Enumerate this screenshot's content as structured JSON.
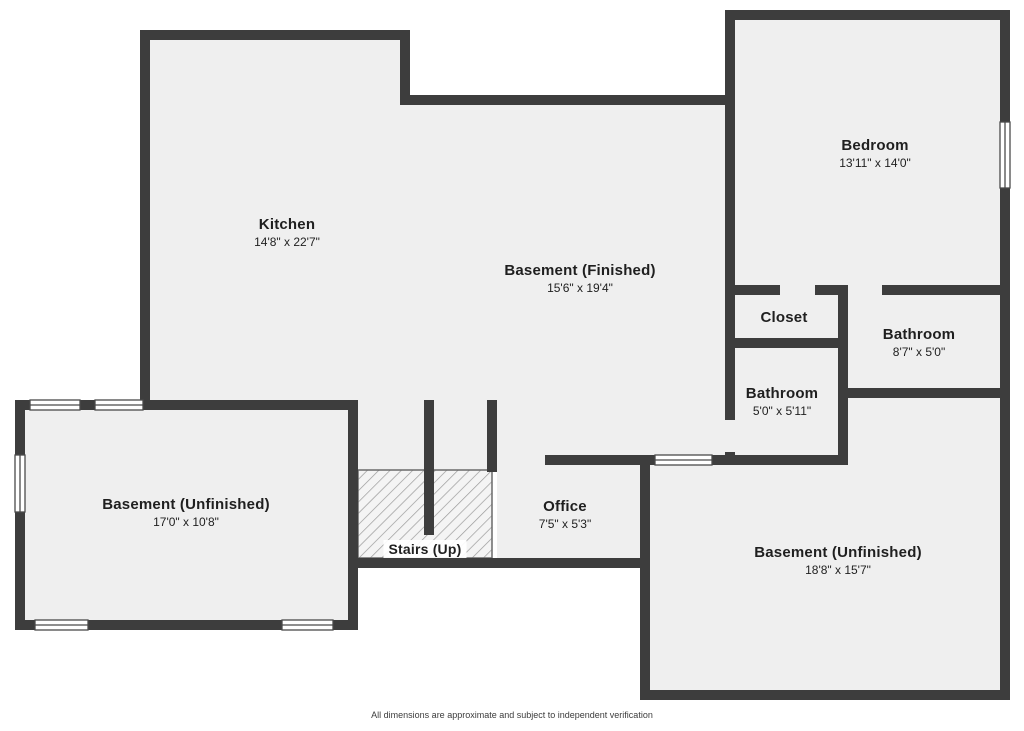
{
  "rooms": [
    {
      "id": "kitchen",
      "name": "Kitchen",
      "dims": "14'8\" x 22'7\""
    },
    {
      "id": "basement-finished",
      "name": "Basement (Finished)",
      "dims": "15'6\" x 19'4\""
    },
    {
      "id": "bedroom",
      "name": "Bedroom",
      "dims": "13'11\" x 14'0\""
    },
    {
      "id": "closet",
      "name": "Closet",
      "dims": ""
    },
    {
      "id": "bathroom-upper",
      "name": "Bathroom",
      "dims": "8'7\" x 5'0\""
    },
    {
      "id": "bathroom-lower",
      "name": "Bathroom",
      "dims": "5'0\" x 5'11\""
    },
    {
      "id": "basement-unfinished-left",
      "name": "Basement (Unfinished)",
      "dims": "17'0\" x 10'8\""
    },
    {
      "id": "office",
      "name": "Office",
      "dims": "7'5\" x 5'3\""
    },
    {
      "id": "stairs",
      "name": "Stairs (Up)",
      "dims": ""
    },
    {
      "id": "basement-unfinished-right",
      "name": "Basement (Unfinished)",
      "dims": "18'8\" x 15'7\""
    }
  ],
  "footer": {
    "disclaimer": "All dimensions are approximate and subject to independent verification"
  },
  "colors": {
    "wall": "#3d3d3d",
    "floor": "#efefef",
    "hatch_line": "#999999",
    "window_outline": "#4a4a4a"
  }
}
